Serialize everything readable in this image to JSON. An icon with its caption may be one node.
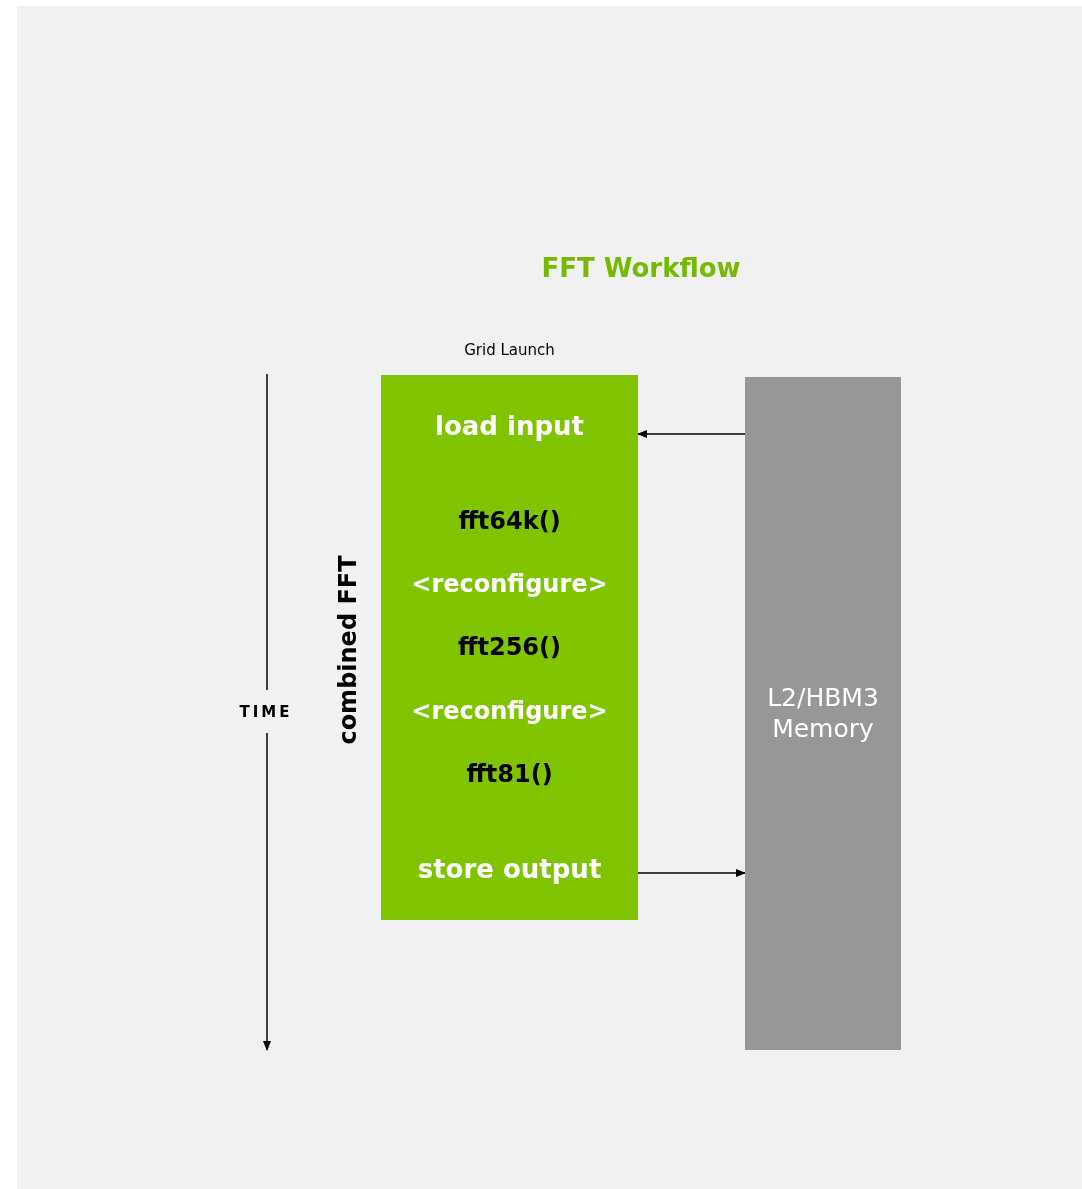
{
  "diagram": {
    "title": "FFT Workflow",
    "nodes": [
      {
        "text": [
          "Grid Launch",
          "load input",
          "fft64k()",
          "<reconfigure>",
          "fft256()",
          "<reconfigure>",
          "fft81()",
          "store output"
        ],
        "beside": [
          "combined FFT"
        ]
      },
      {
        "text": [
          "L2/HBM3 Memory"
        ]
      }
    ],
    "edges": [
      {
        "from": 1,
        "to": 0,
        "arrow": "to"
      },
      {
        "from": 0,
        "to": 1,
        "arrow": "to"
      }
    ],
    "labels": [
      "TIME"
    ]
  }
}
